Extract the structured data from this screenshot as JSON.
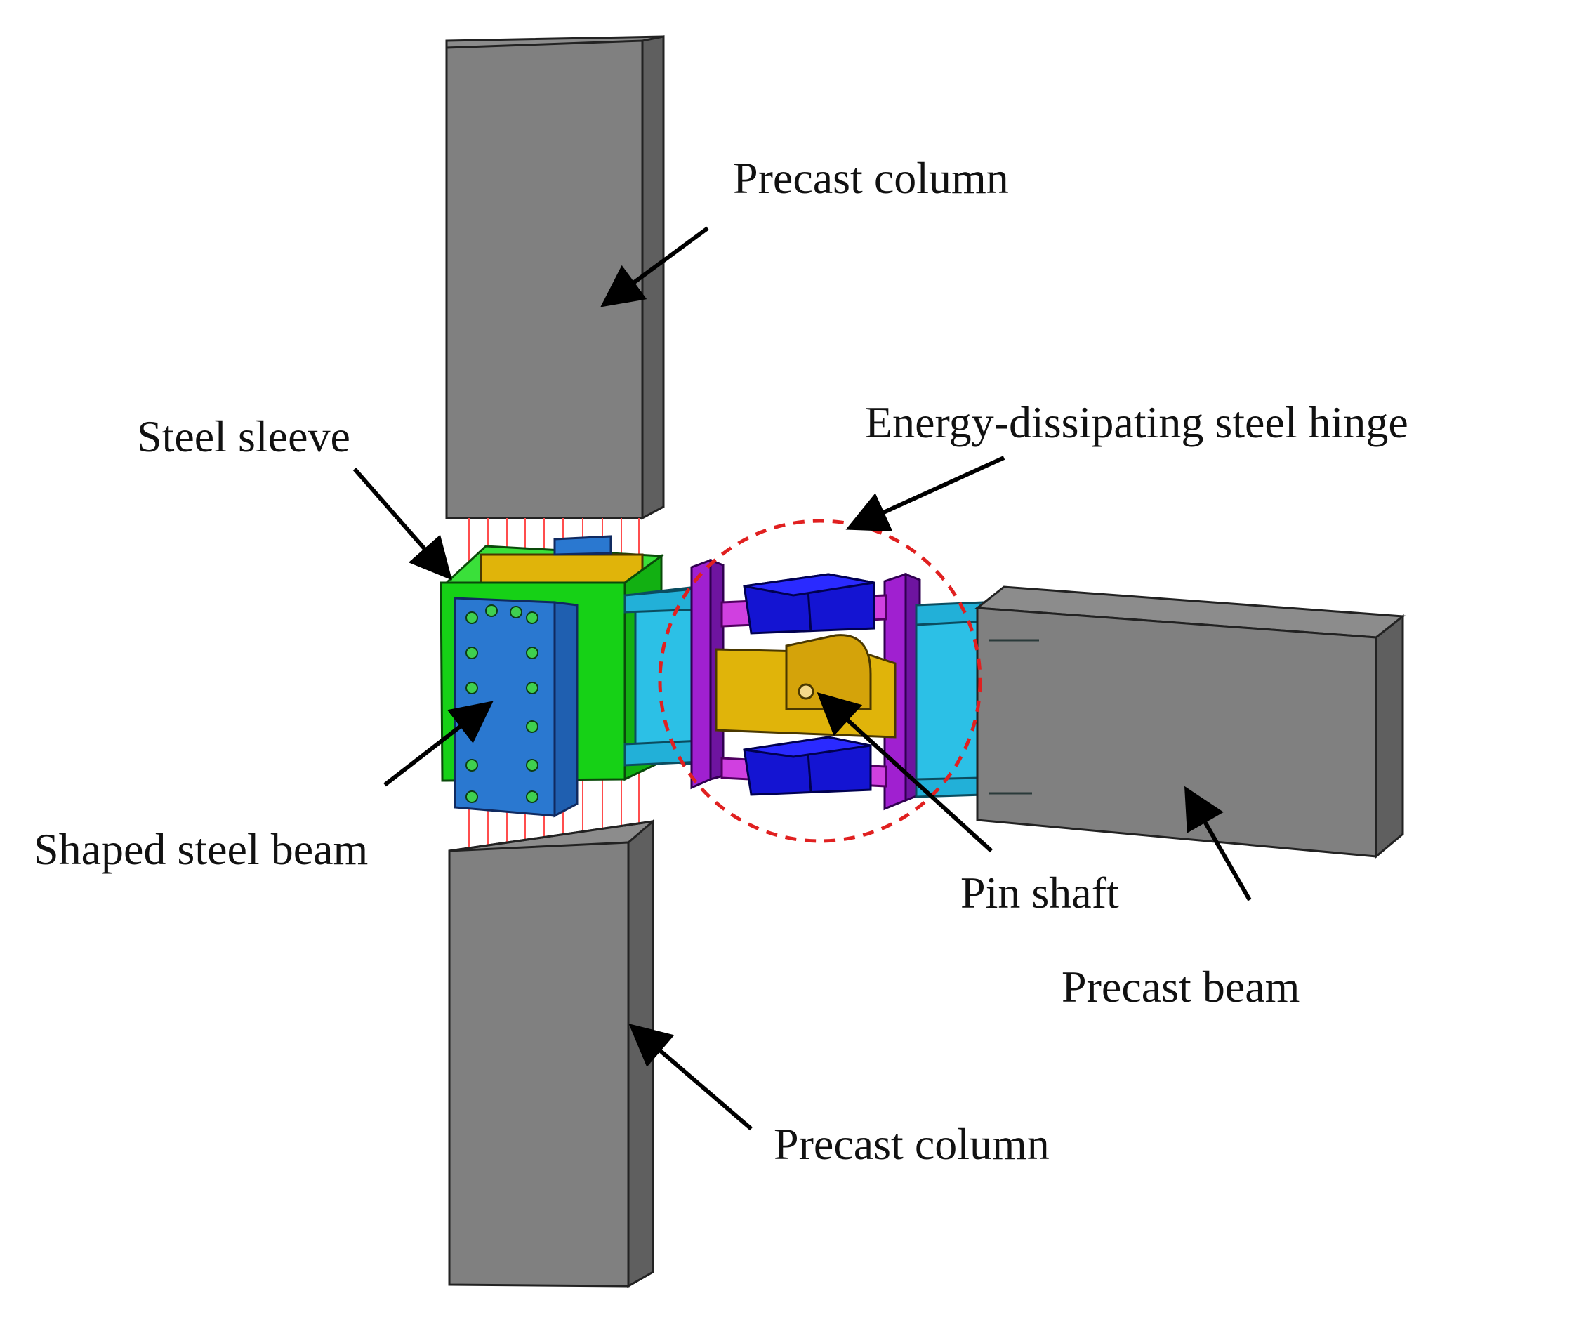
{
  "labels": {
    "precast_column_top": "Precast column",
    "steel_sleeve": "Steel sleeve",
    "hinge": "Energy-dissipating steel hinge",
    "shaped_steel_beam": "Shaped steel beam",
    "pin_shaft": "Pin shaft",
    "precast_beam": "Precast beam",
    "precast_column_bottom": "Precast column"
  },
  "colors": {
    "concrete_front": "#808080",
    "concrete_side": "#5f5f5f",
    "concrete_top": "#8c8c8c",
    "sleeve": "#16d116",
    "steel_plate": "#2a78d0",
    "flange": "#2cc0e6",
    "end_plate": "#a020d0",
    "link_plate": "#e0b40a",
    "damper": "#1414d2",
    "rebar": "#ff4d4d",
    "highlight_circle": "#e02020"
  }
}
